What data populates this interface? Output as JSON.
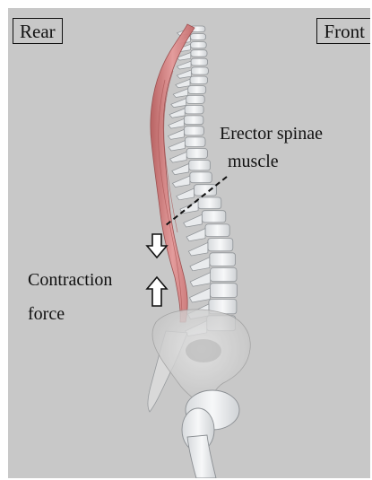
{
  "labels": {
    "rear": "Rear",
    "front": "Front",
    "muscle_line1": "Erector spinae",
    "muscle_line2": "muscle",
    "force_line1": "Contraction",
    "force_line2": "force"
  },
  "colors": {
    "background": "#c8c8c8",
    "bone": "#eef0f2",
    "bone_edge": "#8e9296",
    "muscle": "#d98888",
    "pelvis": "#d9d9d9"
  },
  "icons": [
    "down-arrow-icon",
    "up-arrow-icon"
  ]
}
